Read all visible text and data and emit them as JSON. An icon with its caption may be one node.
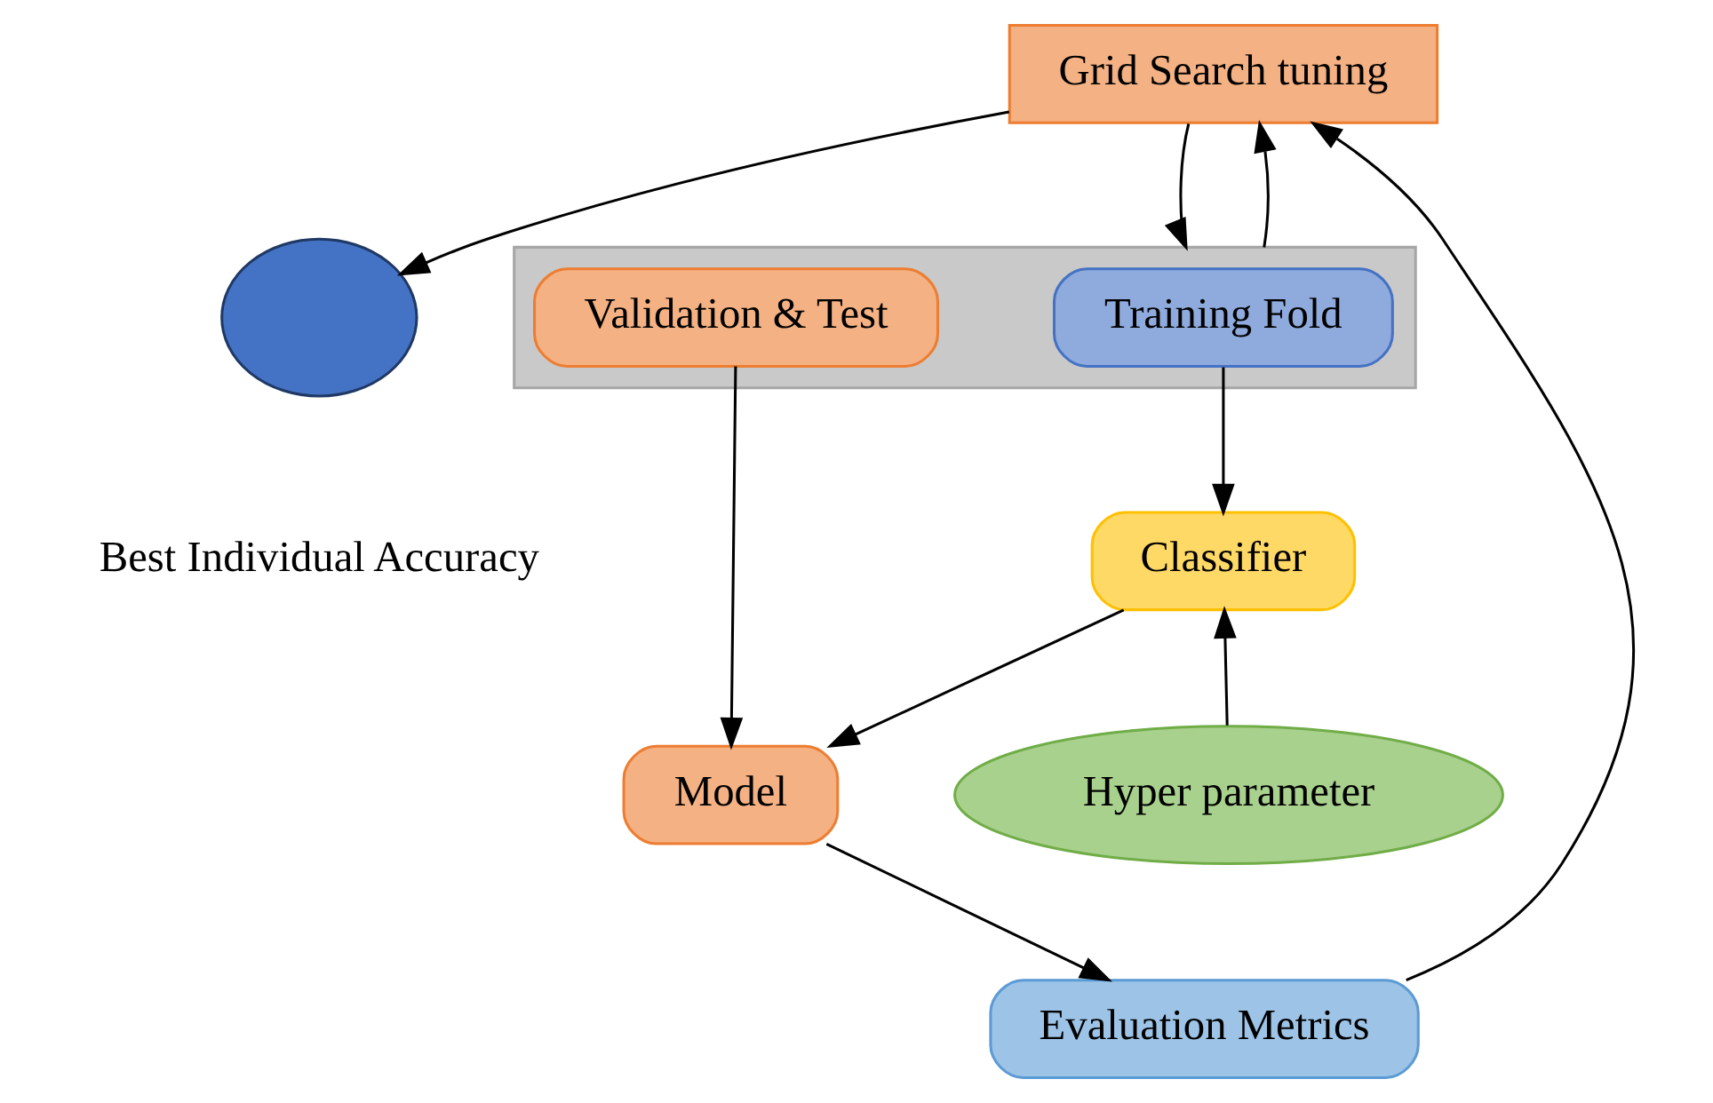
{
  "diagram": {
    "nodes": [
      {
        "text": [
          "Grid Search tuning"
        ]
      },
      {
        "text": [],
        "shape": "circle",
        "beside": [
          "Best Individual Accuracy"
        ]
      },
      {
        "text": [],
        "shape": "box"
      },
      {
        "text": [
          "Training Fold"
        ],
        "in": 2
      },
      {
        "text": [
          "Validation & Test"
        ],
        "in": 2
      },
      {
        "text": [
          "Classifier"
        ]
      },
      {
        "text": [
          "Model"
        ]
      },
      {
        "text": [
          "Hyper parameter"
        ]
      },
      {
        "text": [
          "Evaluation Metrics"
        ]
      }
    ],
    "edges": [
      {
        "from": 0,
        "to": 1,
        "arrow": "to"
      },
      {
        "from": 0,
        "to": 2,
        "arrow": "to"
      },
      {
        "from": 2,
        "to": 0,
        "arrow": "to"
      },
      {
        "from": 3,
        "to": 5,
        "arrow": "to"
      },
      {
        "from": 4,
        "to": 6,
        "arrow": "to"
      },
      {
        "from": 5,
        "to": 6,
        "arrow": "to"
      },
      {
        "from": 7,
        "to": 5,
        "arrow": "to"
      },
      {
        "from": 6,
        "to": 8,
        "arrow": "to"
      },
      {
        "from": 8,
        "to": 0,
        "arrow": "to"
      }
    ]
  }
}
